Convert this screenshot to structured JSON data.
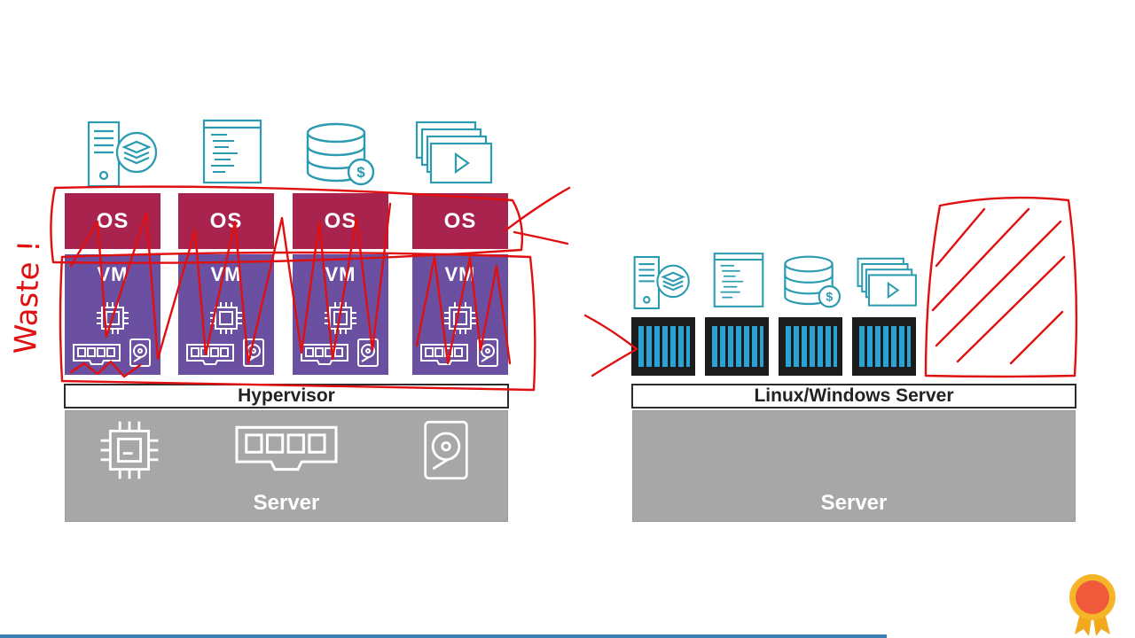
{
  "vm_stack": {
    "os_label": "OS",
    "vm_label": "VM",
    "hypervisor_label": "Hypervisor",
    "server_label": "Server"
  },
  "container_stack": {
    "host_os_label": "Linux/Windows Server",
    "server_label": "Server"
  },
  "annotation": {
    "waste_text": "Waste !"
  },
  "colors": {
    "os": "#a8234e",
    "vm": "#6b4fa0",
    "server": "#a7a7a7",
    "container": "#1c1c1c",
    "container_slats": "#29a3d3",
    "icon_teal": "#2a9bb0",
    "ink_red": "#e01010"
  },
  "icons": [
    "server-stack-icon",
    "document-icon",
    "database-dollar-icon",
    "media-play-icon",
    "cpu-chip-icon",
    "memory-module-icon",
    "hard-disk-icon",
    "container-icon",
    "award-ribbon-icon"
  ]
}
